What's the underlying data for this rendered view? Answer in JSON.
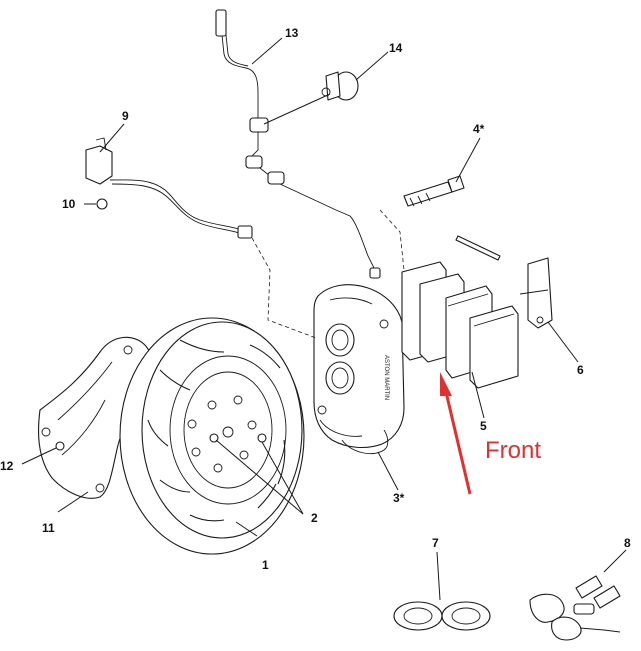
{
  "callouts": {
    "c1": "1",
    "c2": "2",
    "c3": "3*",
    "c4": "4*",
    "c5": "5",
    "c6": "6",
    "c7": "7",
    "c8": "8",
    "c9": "9",
    "c10": "10",
    "c11": "11",
    "c12": "12",
    "c13": "13",
    "c14": "14"
  },
  "annotation": {
    "front_label": "Front",
    "arrow_color": "#e03030"
  },
  "caliper_lettering": "ASTON MARTIN"
}
